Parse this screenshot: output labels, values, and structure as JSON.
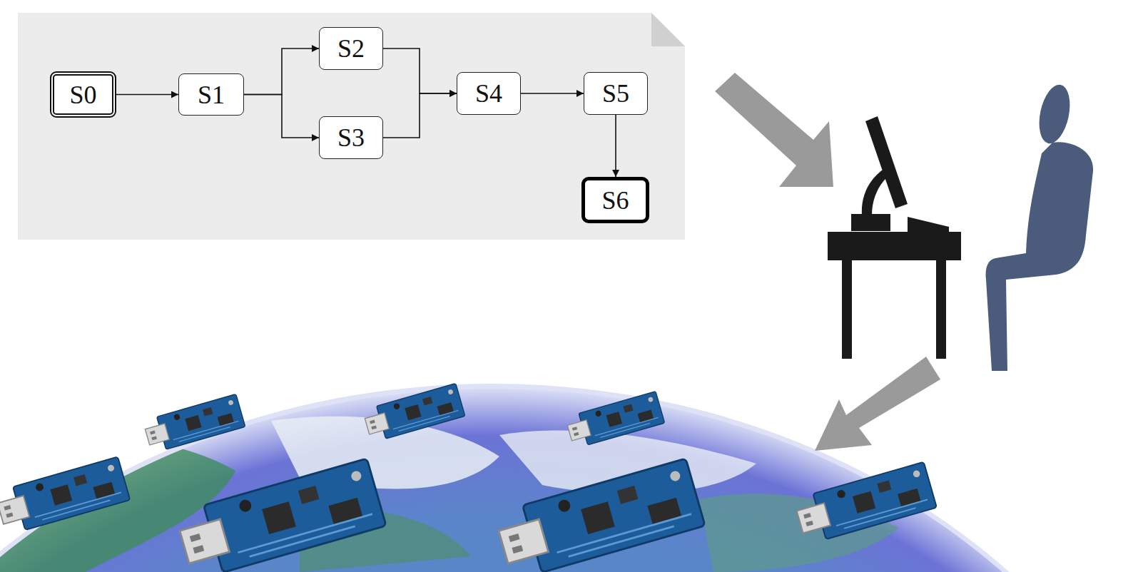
{
  "diagram": {
    "nodes": [
      {
        "text": [
          "S0"
        ]
      },
      {
        "text": [
          "S1"
        ]
      },
      {
        "text": [
          "S2"
        ]
      },
      {
        "text": [
          "S3"
        ]
      },
      {
        "text": [
          "S4"
        ]
      },
      {
        "text": [
          "S5"
        ]
      },
      {
        "text": [
          "S6"
        ]
      }
    ],
    "edges": [
      {
        "from": 0,
        "to": 1,
        "arrow": "to"
      },
      {
        "from": 1,
        "to": 2,
        "arrow": "to"
      },
      {
        "from": 1,
        "to": 3,
        "arrow": "to"
      },
      {
        "from": 2,
        "to": 4,
        "arrow": "to"
      },
      {
        "from": 3,
        "to": 4,
        "arrow": "to"
      },
      {
        "from": 4,
        "to": 5,
        "arrow": "to"
      },
      {
        "from": 5,
        "to": 6,
        "arrow": "to"
      }
    ]
  }
}
